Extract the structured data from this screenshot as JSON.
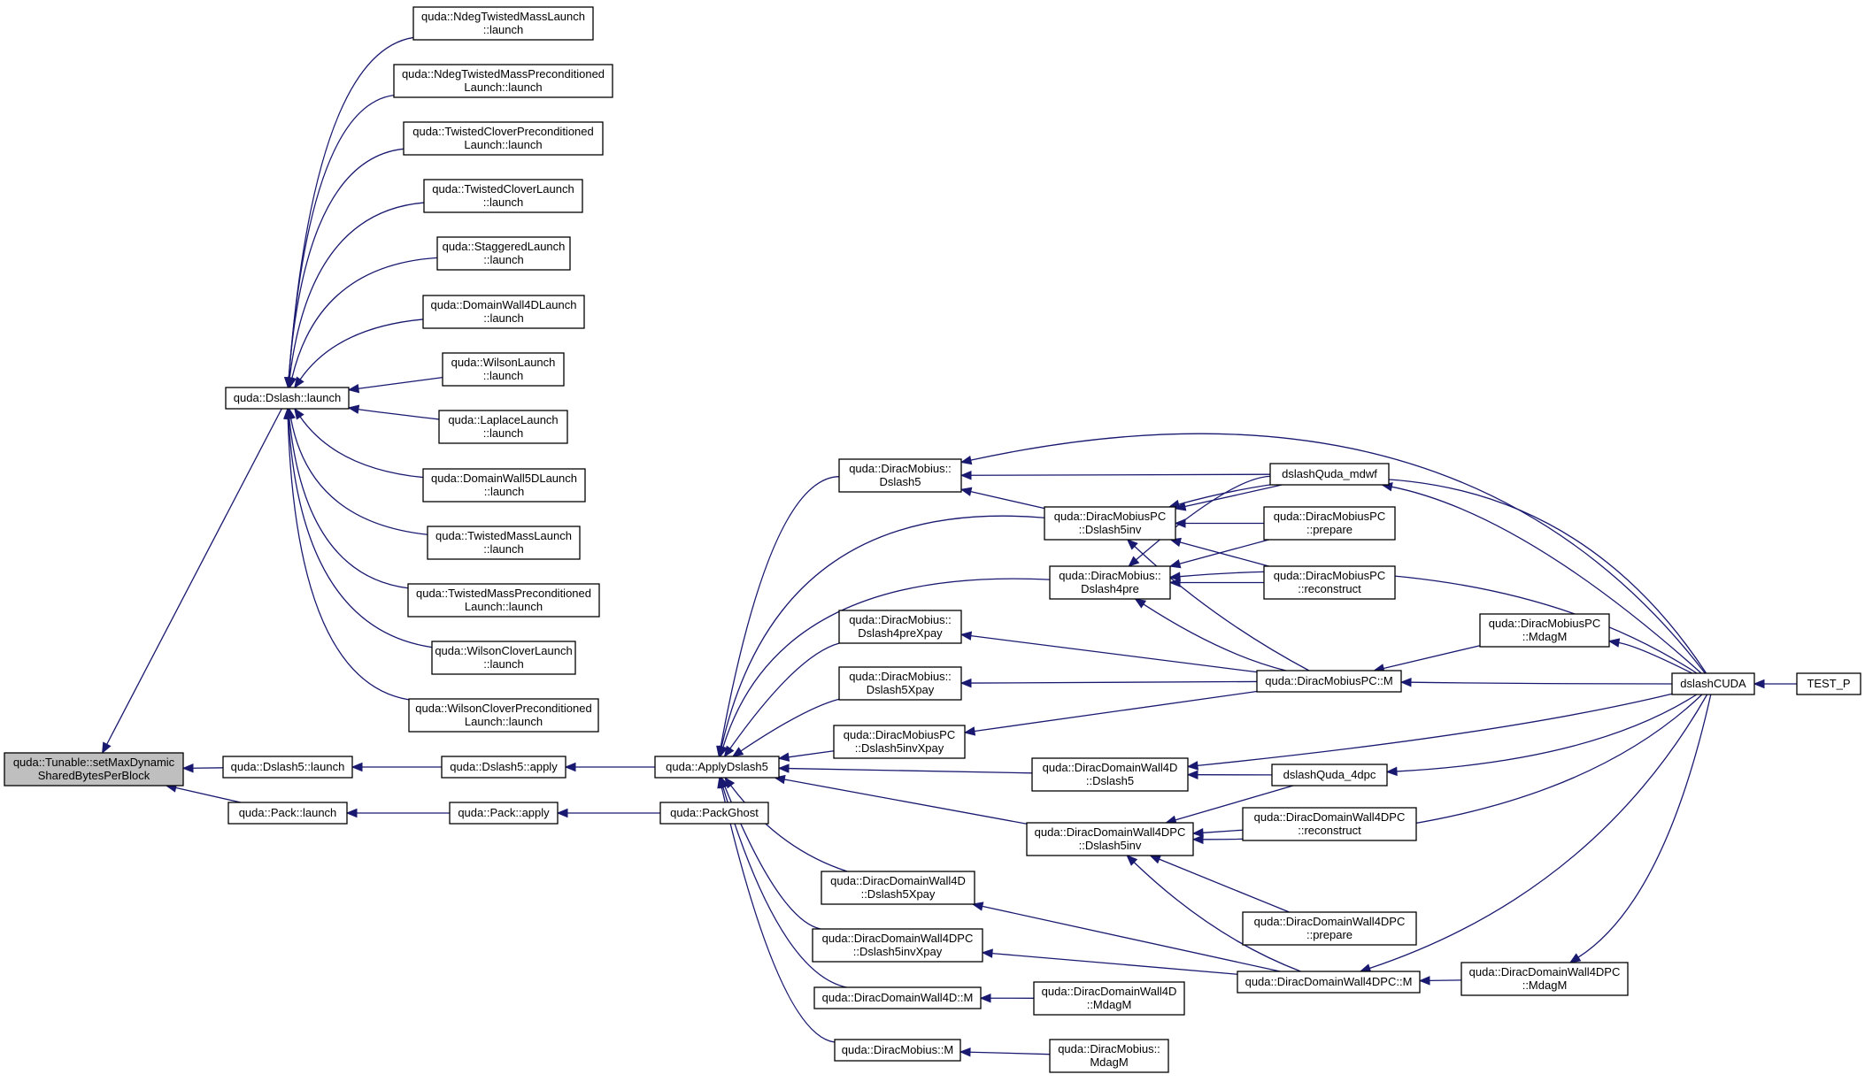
{
  "graph": {
    "edge_color": "#191970",
    "root_fill": "#bfbfbf",
    "node_fill": "#ffffff",
    "nodes": [
      {
        "id": "n0",
        "lines": [
          "quda::Tunable::setMaxDynamic",
          "SharedBytesPerBlock"
        ],
        "root": true
      },
      {
        "id": "n1",
        "lines": [
          "quda::Dslash::launch"
        ]
      },
      {
        "id": "n2",
        "lines": [
          "quda::Dslash5::launch"
        ]
      },
      {
        "id": "n3",
        "lines": [
          "quda::Pack::launch"
        ]
      },
      {
        "id": "n4",
        "lines": [
          "quda::NdegTwistedMassLaunch",
          "::launch"
        ]
      },
      {
        "id": "n5",
        "lines": [
          "quda::NdegTwistedMassPreconditioned",
          "Launch::launch"
        ]
      },
      {
        "id": "n6",
        "lines": [
          "quda::TwistedCloverPreconditioned",
          "Launch::launch"
        ]
      },
      {
        "id": "n7",
        "lines": [
          "quda::TwistedCloverLaunch",
          "::launch"
        ]
      },
      {
        "id": "n8",
        "lines": [
          "quda::StaggeredLaunch",
          "::launch"
        ]
      },
      {
        "id": "n9",
        "lines": [
          "quda::DomainWall4DLaunch",
          "::launch"
        ]
      },
      {
        "id": "n10",
        "lines": [
          "quda::WilsonLaunch",
          "::launch"
        ]
      },
      {
        "id": "n11",
        "lines": [
          "quda::LaplaceLaunch",
          "::launch"
        ]
      },
      {
        "id": "n12",
        "lines": [
          "quda::DomainWall5DLaunch",
          "::launch"
        ]
      },
      {
        "id": "n13",
        "lines": [
          "quda::TwistedMassLaunch",
          "::launch"
        ]
      },
      {
        "id": "n14",
        "lines": [
          "quda::TwistedMassPreconditioned",
          "Launch::launch"
        ]
      },
      {
        "id": "n15",
        "lines": [
          "quda::WilsonCloverLaunch",
          "::launch"
        ]
      },
      {
        "id": "n16",
        "lines": [
          "quda::WilsonCloverPreconditioned",
          "Launch::launch"
        ]
      },
      {
        "id": "n17",
        "lines": [
          "quda::Dslash5::apply"
        ]
      },
      {
        "id": "n18",
        "lines": [
          "quda::Pack::apply"
        ]
      },
      {
        "id": "n19",
        "lines": [
          "quda::ApplyDslash5"
        ]
      },
      {
        "id": "n20",
        "lines": [
          "quda::PackGhost"
        ]
      },
      {
        "id": "n21",
        "lines": [
          "quda::DiracMobius::",
          "Dslash5"
        ]
      },
      {
        "id": "n22",
        "lines": [
          "quda::DiracMobius::",
          "Dslash4preXpay"
        ]
      },
      {
        "id": "n23",
        "lines": [
          "quda::DiracMobius::",
          "Dslash5Xpay"
        ]
      },
      {
        "id": "n24",
        "lines": [
          "quda::DiracMobiusPC",
          "::Dslash5invXpay"
        ]
      },
      {
        "id": "n25",
        "lines": [
          "quda::DiracDomainWall4D",
          "::Dslash5Xpay"
        ]
      },
      {
        "id": "n26",
        "lines": [
          "quda::DiracDomainWall4DPC",
          "::Dslash5invXpay"
        ]
      },
      {
        "id": "n27",
        "lines": [
          "quda::DiracDomainWall4D::M"
        ]
      },
      {
        "id": "n28",
        "lines": [
          "quda::DiracMobius::M"
        ]
      },
      {
        "id": "n29",
        "lines": [
          "quda::DiracMobiusPC",
          "::Dslash5inv"
        ]
      },
      {
        "id": "n30",
        "lines": [
          "quda::DiracMobius::",
          "Dslash4pre"
        ]
      },
      {
        "id": "n31",
        "lines": [
          "quda::DiracDomainWall4D",
          "::Dslash5"
        ]
      },
      {
        "id": "n32",
        "lines": [
          "quda::DiracDomainWall4DPC",
          "::Dslash5inv"
        ]
      },
      {
        "id": "n33",
        "lines": [
          "quda::DiracDomainWall4D",
          "::MdagM"
        ]
      },
      {
        "id": "n34",
        "lines": [
          "quda::DiracMobius::",
          "MdagM"
        ]
      },
      {
        "id": "n35",
        "lines": [
          "dslashQuda_mdwf"
        ]
      },
      {
        "id": "n36",
        "lines": [
          "quda::DiracMobiusPC",
          "::prepare"
        ]
      },
      {
        "id": "n37",
        "lines": [
          "quda::DiracMobiusPC",
          "::reconstruct"
        ]
      },
      {
        "id": "n38",
        "lines": [
          "quda::DiracMobiusPC::M"
        ]
      },
      {
        "id": "n39",
        "lines": [
          "dslashQuda_4dpc"
        ]
      },
      {
        "id": "n40",
        "lines": [
          "quda::DiracDomainWall4DPC",
          "::reconstruct"
        ]
      },
      {
        "id": "n41",
        "lines": [
          "quda::DiracDomainWall4DPC",
          "::prepare"
        ]
      },
      {
        "id": "n42",
        "lines": [
          "quda::DiracDomainWall4DPC::M"
        ]
      },
      {
        "id": "n43",
        "lines": [
          "quda::DiracMobiusPC",
          "::MdagM"
        ]
      },
      {
        "id": "n44",
        "lines": [
          "quda::DiracDomainWall4DPC",
          "::MdagM"
        ]
      },
      {
        "id": "n45",
        "lines": [
          "dslashCUDA"
        ]
      },
      {
        "id": "n46",
        "lines": [
          "TEST_P"
        ]
      }
    ],
    "edges": [
      {
        "from": "n1",
        "to": "n0"
      },
      {
        "from": "n2",
        "to": "n0"
      },
      {
        "from": "n3",
        "to": "n0"
      },
      {
        "from": "n4",
        "to": "n1"
      },
      {
        "from": "n5",
        "to": "n1"
      },
      {
        "from": "n6",
        "to": "n1"
      },
      {
        "from": "n7",
        "to": "n1"
      },
      {
        "from": "n8",
        "to": "n1"
      },
      {
        "from": "n9",
        "to": "n1"
      },
      {
        "from": "n10",
        "to": "n1"
      },
      {
        "from": "n11",
        "to": "n1"
      },
      {
        "from": "n12",
        "to": "n1"
      },
      {
        "from": "n13",
        "to": "n1"
      },
      {
        "from": "n14",
        "to": "n1"
      },
      {
        "from": "n15",
        "to": "n1"
      },
      {
        "from": "n16",
        "to": "n1"
      },
      {
        "from": "n17",
        "to": "n2"
      },
      {
        "from": "n18",
        "to": "n3"
      },
      {
        "from": "n19",
        "to": "n17"
      },
      {
        "from": "n20",
        "to": "n18"
      },
      {
        "from": "n21",
        "to": "n19"
      },
      {
        "from": "n29",
        "to": "n19"
      },
      {
        "from": "n30",
        "to": "n19"
      },
      {
        "from": "n22",
        "to": "n19"
      },
      {
        "from": "n23",
        "to": "n19"
      },
      {
        "from": "n24",
        "to": "n19"
      },
      {
        "from": "n31",
        "to": "n19"
      },
      {
        "from": "n32",
        "to": "n19"
      },
      {
        "from": "n25",
        "to": "n19"
      },
      {
        "from": "n26",
        "to": "n19"
      },
      {
        "from": "n27",
        "to": "n19"
      },
      {
        "from": "n28",
        "to": "n19"
      },
      {
        "from": "n35",
        "to": "n21"
      },
      {
        "from": "n29",
        "to": "n21"
      },
      {
        "from": "n45",
        "to": "n21"
      },
      {
        "from": "n35",
        "to": "n29"
      },
      {
        "from": "n36",
        "to": "n29"
      },
      {
        "from": "n37",
        "to": "n29"
      },
      {
        "from": "n38",
        "to": "n29"
      },
      {
        "from": "n45",
        "to": "n29"
      },
      {
        "from": "n35",
        "to": "n30"
      },
      {
        "from": "n36",
        "to": "n30"
      },
      {
        "from": "n37",
        "to": "n30"
      },
      {
        "from": "n38",
        "to": "n30"
      },
      {
        "from": "n45",
        "to": "n30"
      },
      {
        "from": "n38",
        "to": "n22"
      },
      {
        "from": "n38",
        "to": "n23"
      },
      {
        "from": "n38",
        "to": "n24"
      },
      {
        "from": "n39",
        "to": "n31"
      },
      {
        "from": "n45",
        "to": "n31"
      },
      {
        "from": "n39",
        "to": "n32"
      },
      {
        "from": "n40",
        "to": "n32"
      },
      {
        "from": "n41",
        "to": "n32"
      },
      {
        "from": "n42",
        "to": "n32"
      },
      {
        "from": "n45",
        "to": "n32"
      },
      {
        "from": "n42",
        "to": "n25"
      },
      {
        "from": "n42",
        "to": "n26"
      },
      {
        "from": "n33",
        "to": "n27"
      },
      {
        "from": "n34",
        "to": "n28"
      },
      {
        "from": "n43",
        "to": "n38"
      },
      {
        "from": "n45",
        "to": "n38"
      },
      {
        "from": "n44",
        "to": "n42"
      },
      {
        "from": "n45",
        "to": "n42"
      },
      {
        "from": "n45",
        "to": "n43"
      },
      {
        "from": "n45",
        "to": "n44"
      },
      {
        "from": "n45",
        "to": "n35"
      },
      {
        "from": "n45",
        "to": "n39"
      },
      {
        "from": "n46",
        "to": "n45"
      }
    ]
  }
}
